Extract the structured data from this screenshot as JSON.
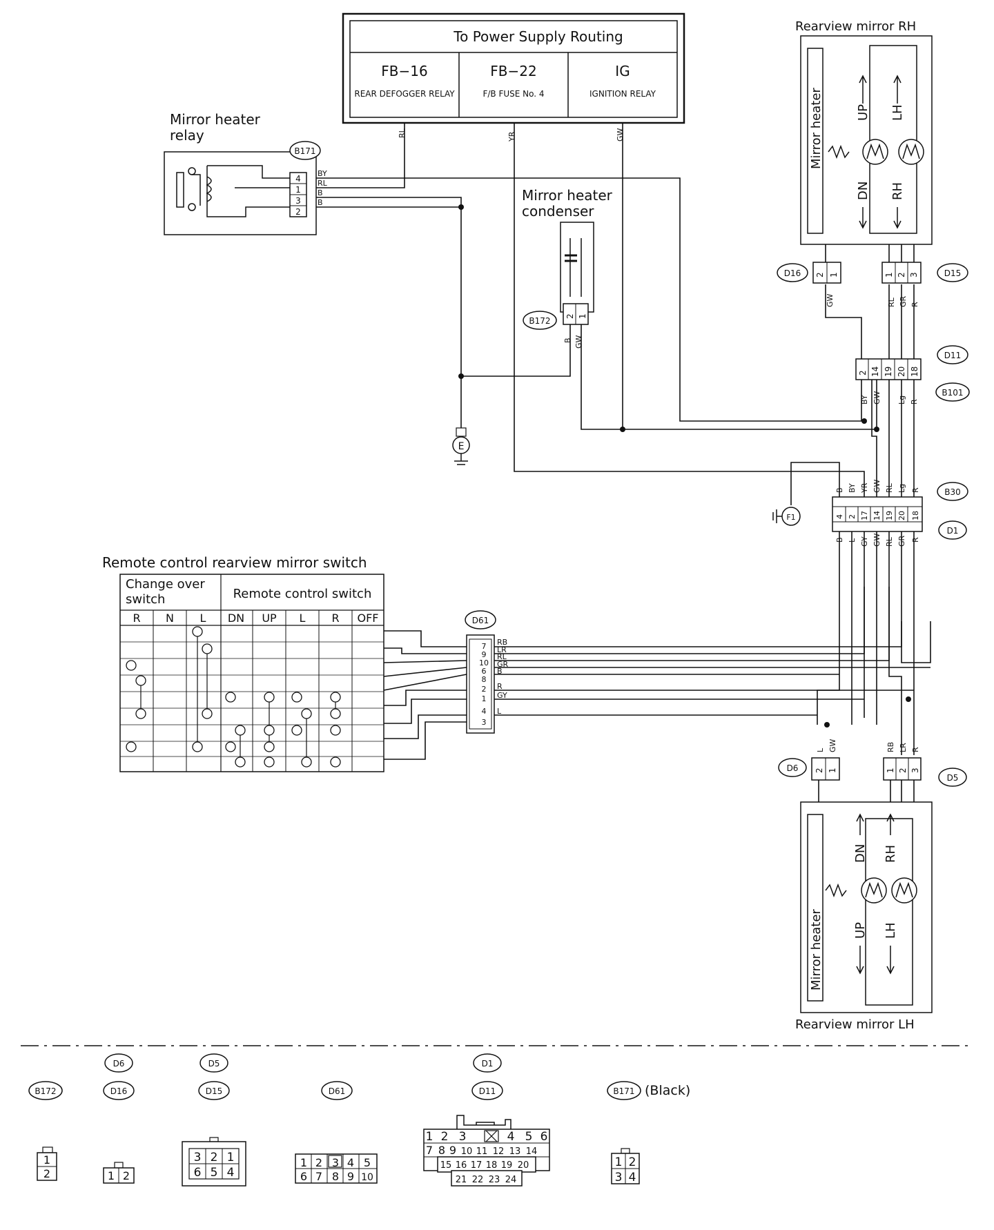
{
  "power_supply": {
    "title": "To Power Supply Routing",
    "columns": [
      {
        "code": "FB−16",
        "name": "REAR DEFOGGER RELAY"
      },
      {
        "code": "FB−22",
        "name": "F/B FUSE No. 4"
      },
      {
        "code": "IG",
        "name": "IGNITION RELAY"
      }
    ]
  },
  "relay": {
    "title_line1": "Mirror heater",
    "title_line2": "relay",
    "connector": "B171",
    "pins": [
      "4",
      "1",
      "3",
      "2"
    ],
    "wires": [
      "BY",
      "RL",
      "B",
      "B"
    ]
  },
  "condenser": {
    "title_line1": "Mirror heater",
    "title_line2": "condenser",
    "connector": "B172",
    "pins": [
      "2",
      "1"
    ],
    "wires": [
      "B",
      "GW"
    ]
  },
  "supply_wires": {
    "fb16": "RL",
    "fb22": "YR",
    "ig": "GW"
  },
  "grounds": {
    "e": "E",
    "f1": "F1"
  },
  "mirror_rh": {
    "title": "Rearview mirror RH",
    "heater": "Mirror heater",
    "up": "UP",
    "dn": "DN",
    "lh": "LH",
    "rh": "RH",
    "d16": {
      "id": "D16",
      "pins": [
        "2",
        "1"
      ],
      "wire": "GW"
    },
    "d15": {
      "id": "D15",
      "pins": [
        "1",
        "2",
        "3"
      ],
      "wires": [
        "RL",
        "GR",
        "R"
      ]
    }
  },
  "mirror_lh": {
    "title": "Rearview mirror LH",
    "heater": "Mirror heater",
    "up": "UP",
    "dn": "DN",
    "lh": "LH",
    "rh": "RH",
    "d6": {
      "id": "D6",
      "pins": [
        "2",
        "1"
      ],
      "wires": [
        "L",
        "GW"
      ]
    },
    "d5": {
      "id": "D5",
      "pins": [
        "1",
        "2",
        "3"
      ],
      "wires": [
        "RB",
        "LR",
        "R"
      ]
    }
  },
  "b101": {
    "id1": "D11",
    "id2": "B101",
    "pins": [
      "2",
      "14",
      "19",
      "20",
      "18"
    ],
    "wires": [
      "BY",
      "GW",
      "Lg",
      "R"
    ]
  },
  "b30": {
    "id1": "B30",
    "id2": "D1",
    "top_wires": [
      "B",
      "BY",
      "YR",
      "GW",
      "RL",
      "Lg",
      "R"
    ],
    "pins": [
      "4",
      "2",
      "17",
      "14",
      "19",
      "20",
      "18"
    ],
    "bottom_wires": [
      "B",
      "L",
      "GY",
      "GW",
      "RL",
      "GR",
      "R"
    ]
  },
  "switch": {
    "title": "Remote control rearview mirror switch",
    "changeover_line1": "Change over",
    "changeover_line2": "switch",
    "remote": "Remote control switch",
    "cols": [
      "R",
      "N",
      "L",
      "DN",
      "UP",
      "L",
      "R",
      "OFF"
    ]
  },
  "d61": {
    "id": "D61",
    "pins": [
      "7",
      "9",
      "10",
      "6",
      "8",
      "2",
      "1",
      "4",
      "3"
    ],
    "wires": [
      "RB",
      "LR",
      "RL",
      "GR",
      "B",
      "R",
      "GY",
      "L"
    ]
  },
  "legend": {
    "b172": "B172",
    "d6": "D6",
    "d16": "D16",
    "d5": "D5",
    "d15": "D15",
    "d61": "D61",
    "d1": "D1",
    "d11": "D11",
    "b171": "B171",
    "black": "(Black)",
    "c2_pins": [
      "1",
      "2"
    ],
    "c6_pins": [
      "3",
      "2",
      "1",
      "6",
      "5",
      "4"
    ],
    "c10_pins": [
      "1",
      "2",
      "3",
      "4",
      "5",
      "6",
      "7",
      "8",
      "9",
      "10"
    ],
    "c24_pins": [
      "1",
      "2",
      "3",
      "4",
      "5",
      "6",
      "7",
      "8",
      "9",
      "10",
      "11",
      "12",
      "13",
      "14",
      "15",
      "16",
      "17",
      "18",
      "19",
      "20",
      "21",
      "22",
      "23",
      "24"
    ],
    "c4_pins": [
      "1",
      "2",
      "3",
      "4"
    ]
  }
}
